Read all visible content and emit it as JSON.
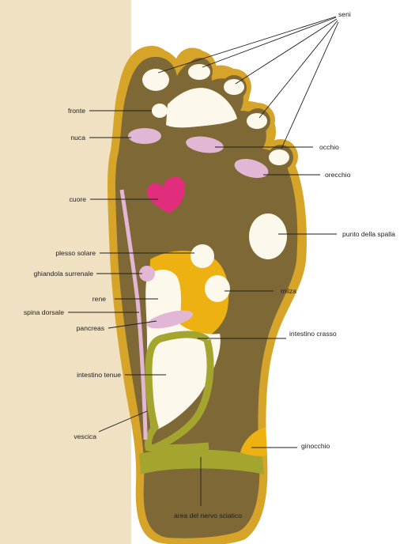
{
  "colors": {
    "left_panel": "#f0e1c3",
    "foot_outline": "#d7a42a",
    "foot_fill": "#7e6936",
    "cream": "#fdf8ec",
    "pink": "#e2b7d5",
    "heart": "#e02e7c",
    "orange": "#eeb112",
    "green": "#a4a52f",
    "line": "#1e1e1e"
  },
  "labels": {
    "seni": "seni",
    "fronte": "fronte",
    "nuca": "nuca",
    "occhio": "occhio",
    "orecchio": "orecchio",
    "cuore": "cuore",
    "punto_spalla": "punto della spalla",
    "plesso_solare": "plesso solare",
    "ghiandola_surrenale": "ghiandola surrenale",
    "rene": "rene",
    "milza": "milza",
    "spina_dorsale": "spina dorsale",
    "pancreas": "pancreas",
    "intestino_crasso": "intestino crasso",
    "intestino_tenue": "intestino tenue",
    "vescica": "vescica",
    "ginocchio": "ginocchio",
    "nervo_sciatico": "area del nervo sciatico"
  }
}
